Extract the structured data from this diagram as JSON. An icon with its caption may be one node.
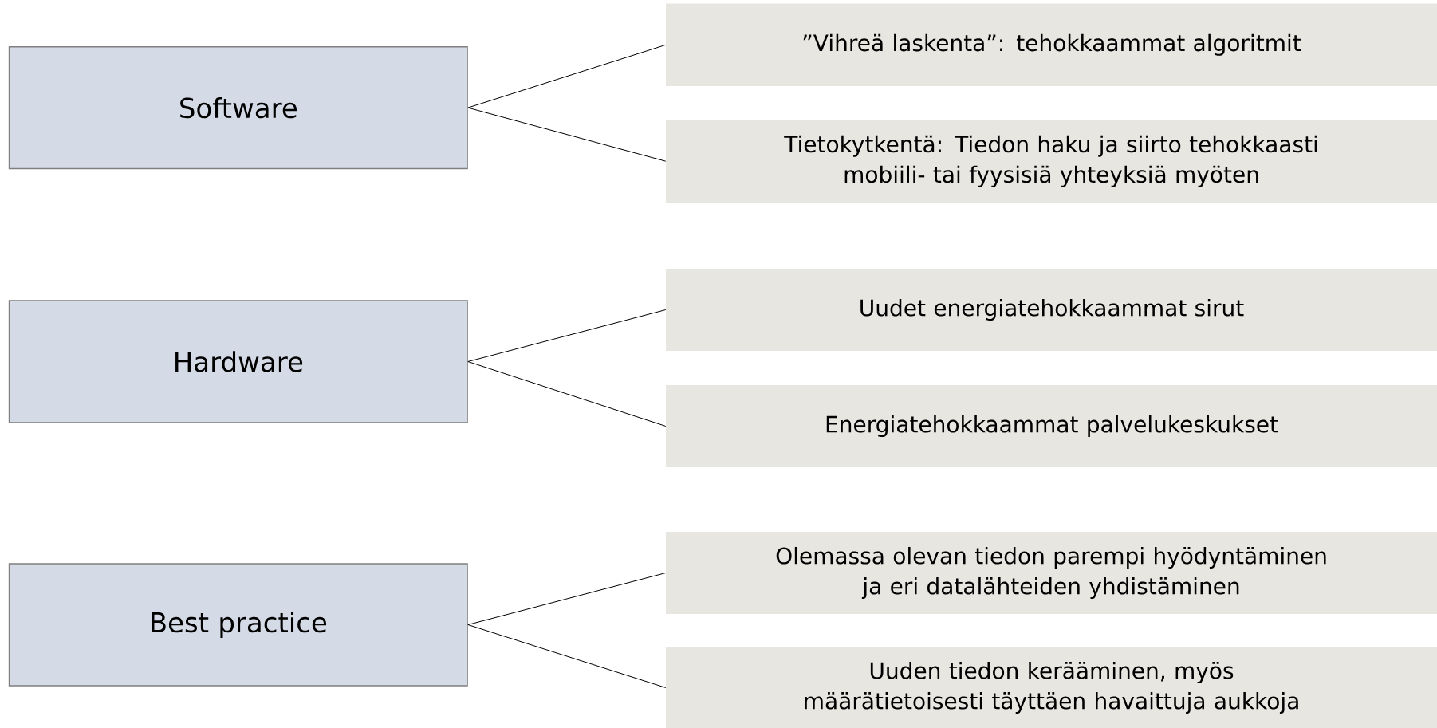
{
  "diagram": {
    "nodes": [
      {
        "text": [
          "Software"
        ]
      },
      {
        "text": [
          "Hardware"
        ]
      },
      {
        "text": [
          "Best practice"
        ]
      },
      {
        "text": [
          "”Vihreä laskenta”: tehokkaammat algoritmit"
        ]
      },
      {
        "text": [
          "Tietokytkentä: Tiedon haku ja siirto tehokkaasti mobiili- tai fyysisiä yhteyksiä myöten"
        ]
      },
      {
        "text": [
          "Uudet energiatehokkaammat sirut"
        ]
      },
      {
        "text": [
          "Energiatehokkaammat palvelukeskukset"
        ]
      },
      {
        "text": [
          "Olemassa olevan tiedon parempi hyödyntäminen ja eri datalähteiden yhdistäminen"
        ]
      },
      {
        "text": [
          "Uuden tiedon kerääminen, myös määrätietoisesti täyttäen havaittuja aukkoja"
        ]
      }
    ],
    "edges": [
      {
        "from": 0,
        "to": 3,
        "arrow": "none"
      },
      {
        "from": 0,
        "to": 4,
        "arrow": "none"
      },
      {
        "from": 1,
        "to": 5,
        "arrow": "none"
      },
      {
        "from": 1,
        "to": 6,
        "arrow": "none"
      },
      {
        "from": 2,
        "to": 7,
        "arrow": "none"
      },
      {
        "from": 2,
        "to": 8,
        "arrow": "none"
      }
    ]
  }
}
